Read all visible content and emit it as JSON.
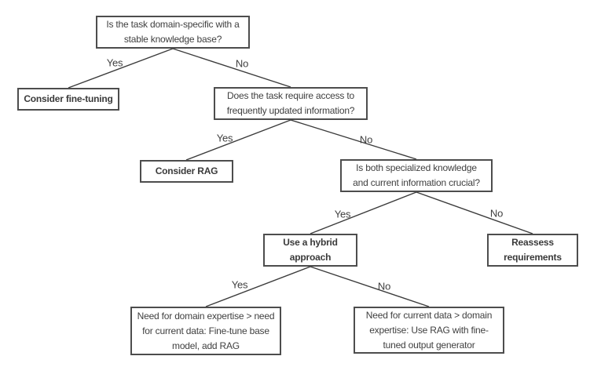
{
  "nodes": {
    "q1": {
      "text": "Is the task domain-specific with a\nstable knowledge base?"
    },
    "finetune": {
      "text": "Consider fine-tuning"
    },
    "q2": {
      "text": "Does the task require access to\nfrequently updated information?"
    },
    "rag": {
      "text": "Consider RAG"
    },
    "q3": {
      "text": "Is both specialized knowledge\nand current information crucial?"
    },
    "hybrid": {
      "text": "Use a hybrid\napproach"
    },
    "reassess": {
      "text": "Reassess\nrequirements"
    },
    "leaf_yes": {
      "text": "Need for domain expertise > need\nfor current data: Fine-tune base\nmodel, add RAG"
    },
    "leaf_no": {
      "text": "Need for current data > domain\nexpertise: Use RAG with fine-\ntuned output generator"
    }
  },
  "edge_labels": {
    "q1_yes": "Yes",
    "q1_no": "No",
    "q2_yes": "Yes",
    "q2_no": "No",
    "q3_yes": "Yes",
    "q3_no": "No",
    "hybrid_yes": "Yes",
    "hybrid_no": "No"
  },
  "colors": {
    "background": "#ffffff",
    "node_border": "#4d4d4d",
    "text": "#3f3f3f",
    "edge_line": "#3b3b3b"
  }
}
